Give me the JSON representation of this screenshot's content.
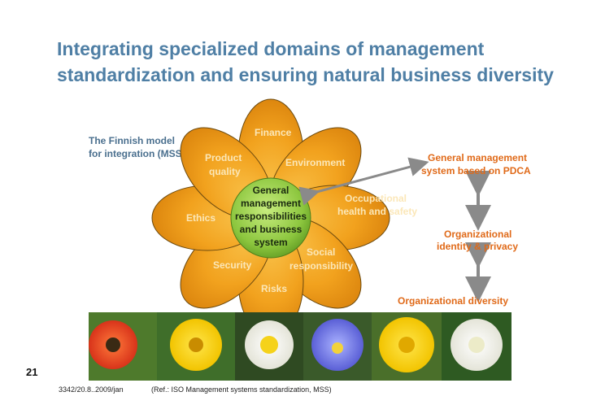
{
  "title": {
    "line1": "Integrating specialized domains of management",
    "line2": "standardization and ensuring natural business diversity"
  },
  "model_label": {
    "line1": "The Finnish model",
    "line2": "for integration (MSS)"
  },
  "flower": {
    "center": [
      "General",
      "management",
      "responsibilities",
      "and business",
      "system"
    ],
    "petals": {
      "finance": "Finance",
      "product": [
        "Product",
        "quality"
      ],
      "environment": "Environment",
      "occupational": [
        "Occupational",
        "health and safety"
      ],
      "social": [
        "Social",
        "responsibility"
      ],
      "risks": "Risks",
      "security": "Security",
      "ethics": "Ethics"
    }
  },
  "right_side": {
    "pdca": [
      "General management",
      "system based on PDCA"
    ],
    "identity": [
      "Organizational",
      "identity & privacy"
    ],
    "diversity": "Organizational diversity"
  },
  "photos": [
    "poppy-photo",
    "yellow-daisy-photo",
    "daffodil-photo",
    "pansy-photo",
    "dandelion-photo",
    "white-rose-photo"
  ],
  "footer": {
    "page_number": "21",
    "code": "3342/20.8..2009/jan",
    "reference": "(Ref.: ISO Management systems standardization, MSS)"
  },
  "colors": {
    "title": "#4f7fa5",
    "accent_orange": "#e06a19",
    "petal": "#f2a21e",
    "center": "#8cc63e",
    "arrow": "#8a8a8a"
  }
}
